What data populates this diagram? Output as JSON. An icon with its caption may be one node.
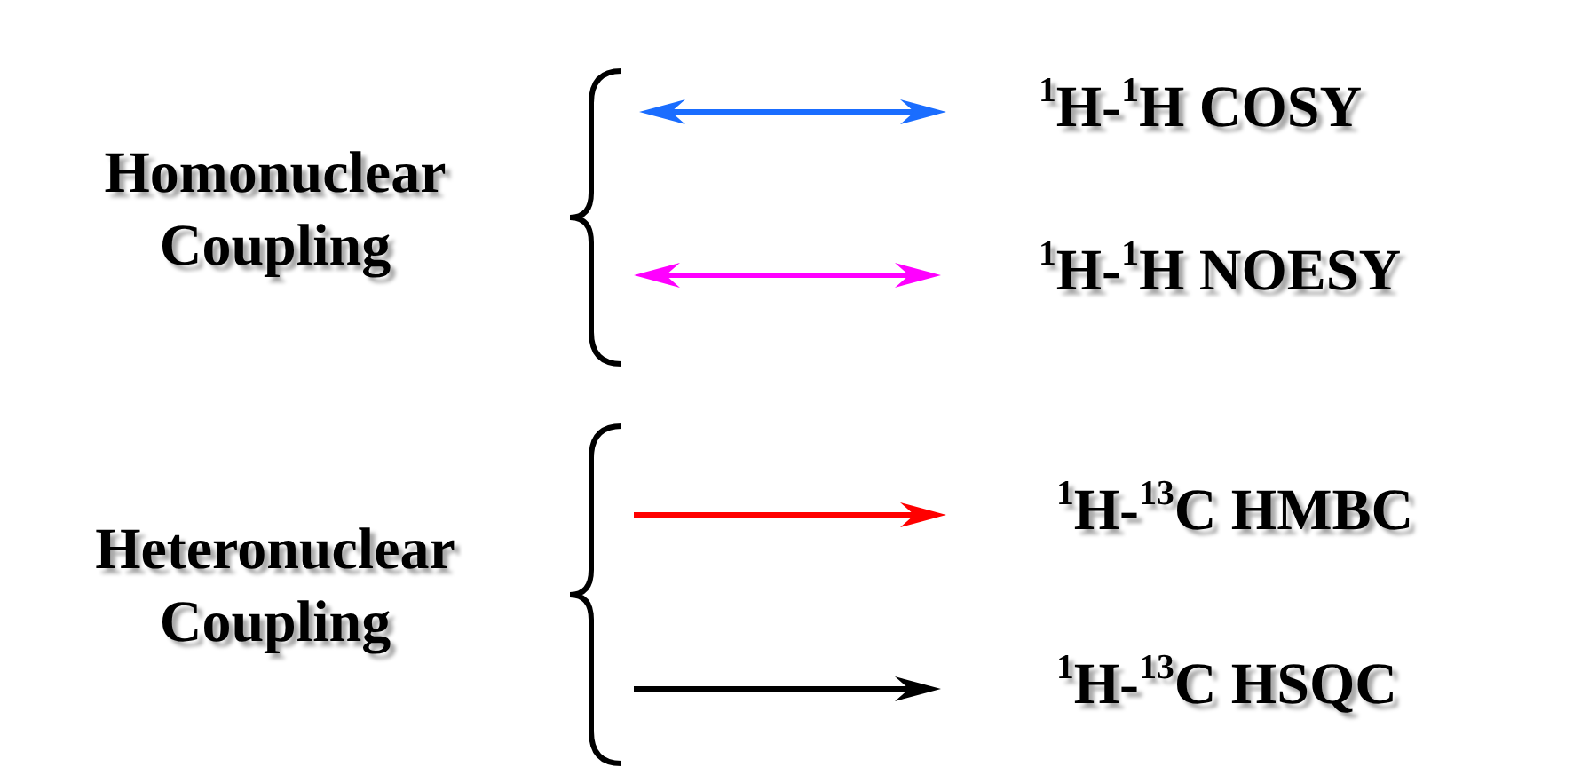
{
  "diagram": {
    "labels": [
      "Homonuclear Coupling",
      "Heteronuclear Coupling"
    ],
    "legend": [
      {
        "text": "$^{1}$H-$^{1}$H COSY",
        "color": "#1a6dff"
      },
      {
        "text": "$^{1}$H-$^{1}$H NOESY",
        "color": "#ff00ff"
      },
      {
        "text": "$^{1}$H-$^{13}$C HMBC",
        "color": "#ff0000"
      },
      {
        "text": "$^{1}$H-$^{13}$C HSQC",
        "color": "#000000"
      }
    ]
  }
}
